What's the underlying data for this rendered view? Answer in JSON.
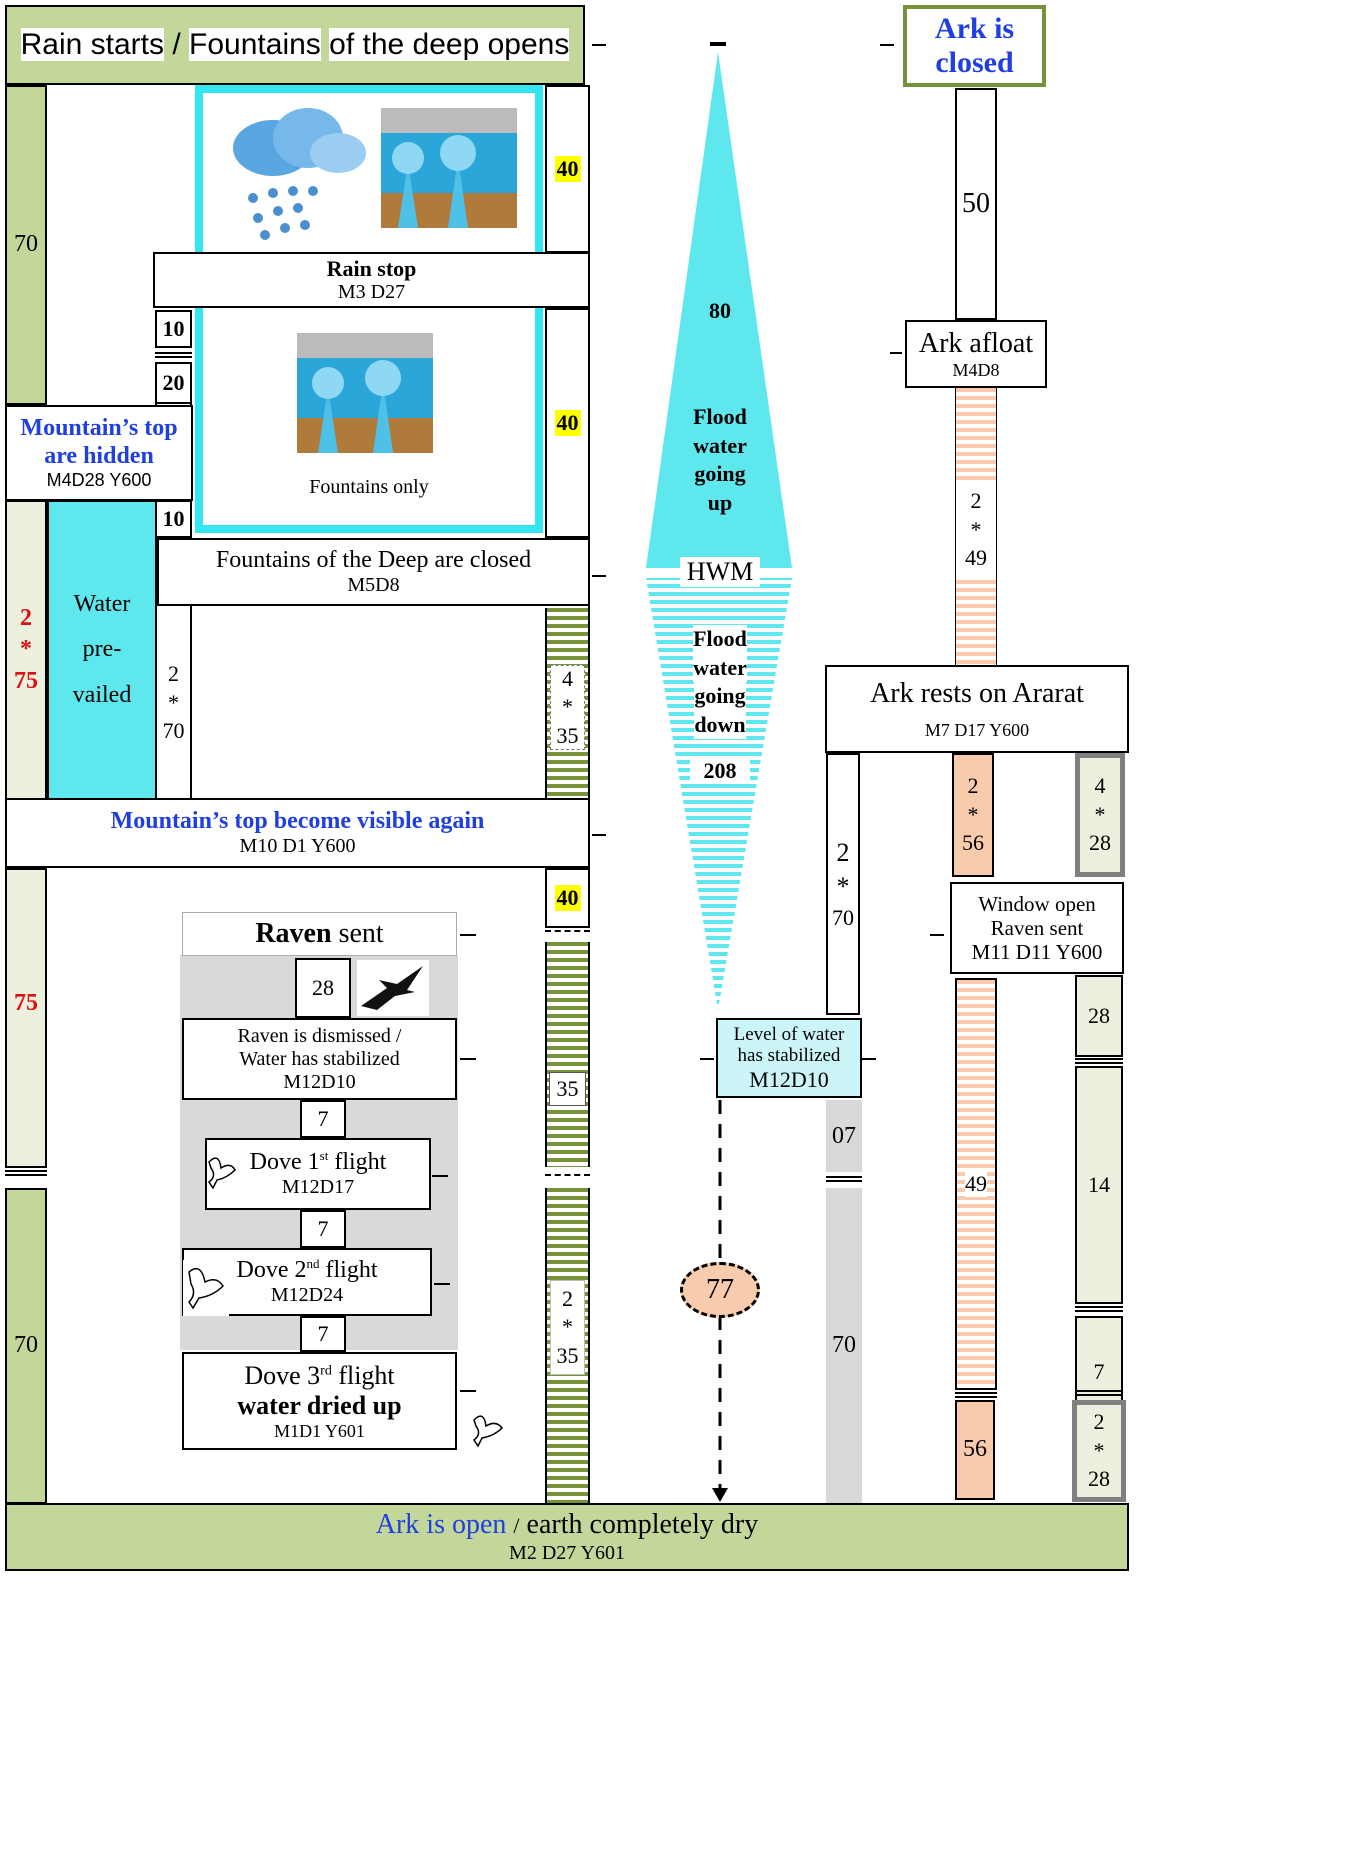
{
  "header": {
    "part1": "Rain starts",
    "sep": "/",
    "part2": "Fountains",
    "part3": "of the deep opens"
  },
  "footer": {
    "part1": "Ark is open",
    "sep": "/",
    "part2": "earth completely dry",
    "date": "M2 D27 Y601"
  },
  "left_col": {
    "seg1": "70",
    "seg2a": "2",
    "seg2b": "*",
    "seg2c": "75",
    "seg3": "75",
    "seg4": "70"
  },
  "rain_stop": {
    "title": "Rain stop",
    "date": "M3 D27"
  },
  "fountains_only": "Fountains only",
  "mountains_hidden": {
    "title": "Mountain’s top are hidden",
    "date": "M4D28 Y600"
  },
  "fountains_closed": {
    "title": "Fountains of the Deep are closed",
    "date": "M5D8"
  },
  "water_prevailed": {
    "line1": "Water",
    "line2": "pre-",
    "line3": "vailed"
  },
  "mountains_visible": {
    "title": "Mountain’s top become visible again",
    "date": "M10 D1 Y600"
  },
  "small_nums": {
    "n10a": "10",
    "n20": "20",
    "n10b": "10",
    "v2": "2",
    "vstar": "*",
    "v70": "70"
  },
  "right_nums": {
    "n40a": "40",
    "n40b": "40",
    "n40c": "40",
    "s4": "4",
    "sstar": "*",
    "s35": "35",
    "n35": "35",
    "t2": "2",
    "tstar": "*",
    "t35": "35"
  },
  "raven_sent": {
    "bold": "Raven",
    "rest": "sent"
  },
  "raven_days": "28",
  "raven_dismissed": {
    "line1": "Raven is dismissed /",
    "line2": "Water has stabilized",
    "date": "M12D10"
  },
  "gap7a": "7",
  "gap7b": "7",
  "gap7c": "7",
  "dove1": {
    "pre": "Dove 1",
    "sup": "st",
    "post": " flight",
    "date": "M12D17"
  },
  "dove2": {
    "pre": "Dove 2",
    "sup": "nd",
    "post": " flight",
    "date": "M12D24"
  },
  "dove3": {
    "pre": "Dove 3",
    "sup": "rd",
    "post": " flight",
    "bold": "water dried up",
    "date": "M1D1 Y601"
  },
  "center": {
    "n80": "80",
    "up1": "Flood",
    "up2": "water",
    "up3": "going",
    "up4": "up",
    "hwm": "HWM",
    "dn1": "Flood",
    "dn2": "water",
    "dn3": "going",
    "dn4": "down",
    "n208": "208",
    "stab1": "Level of water",
    "stab2": "has stabilized",
    "stab3": "M12D10",
    "n77": "77"
  },
  "ark": {
    "closed1": "Ark is",
    "closed2": "closed",
    "n50": "50",
    "afloat": "Ark afloat",
    "afloat_date": "M4D8",
    "p2": "2",
    "pstar": "*",
    "p49": "49",
    "rests": "Ark rests  on Ararat",
    "rests_date": "M7 D17 Y600",
    "c2": "2",
    "cstar": "*",
    "c70": "70",
    "g07": "07",
    "g70": "70",
    "q2": "2",
    "qstar": "*",
    "q56": "56",
    "r4": "4",
    "rstar": "*",
    "r28": "28",
    "win1": "Window open",
    "win2": "Raven sent",
    "win3": "M11 D11 Y600",
    "p49b": "49",
    "p56": "56",
    "l28": "28",
    "l14": "14",
    "l7": "7",
    "m2": "2",
    "mstar": "*",
    "m28": "28"
  }
}
